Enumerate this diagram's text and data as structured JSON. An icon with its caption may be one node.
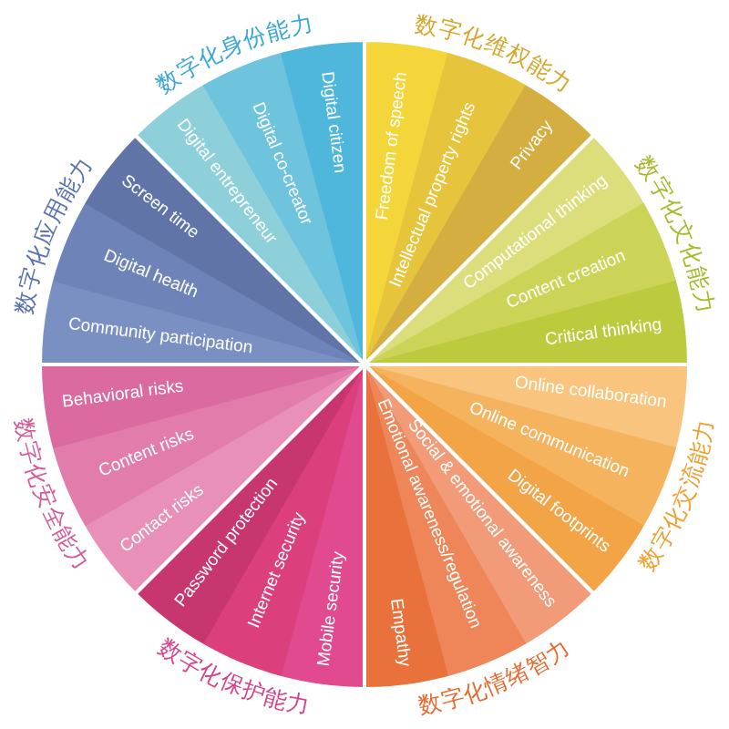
{
  "diagram": {
    "nodes": [
      {
        "text": [
          "数字化维权能力"
        ]
      },
      {
        "text": [
          "Freedom of speech"
        ],
        "in": 0
      },
      {
        "text": [
          "Intellectual property rights"
        ],
        "in": 0
      },
      {
        "text": [
          "Privacy"
        ],
        "in": 0
      },
      {
        "text": [
          "数字化文化能力"
        ]
      },
      {
        "text": [
          "Computational thinking"
        ],
        "in": 4
      },
      {
        "text": [
          "Content creation"
        ],
        "in": 4
      },
      {
        "text": [
          "Critical thinking"
        ],
        "in": 4
      },
      {
        "text": [
          "数字化交流能力"
        ]
      },
      {
        "text": [
          "Online collaboration"
        ],
        "in": 8
      },
      {
        "text": [
          "Online communication"
        ],
        "in": 8
      },
      {
        "text": [
          "Digital footprints"
        ],
        "in": 8
      },
      {
        "text": [
          "数字化情绪智力"
        ]
      },
      {
        "text": [
          "Social & emotional awareness"
        ],
        "in": 12
      },
      {
        "text": [
          "Emotional awareness/regulation"
        ],
        "in": 12
      },
      {
        "text": [
          "Empathy"
        ],
        "in": 12
      },
      {
        "text": [
          "数字化保护能力"
        ]
      },
      {
        "text": [
          "Mobile security"
        ],
        "in": 16
      },
      {
        "text": [
          "Internet security"
        ],
        "in": 16
      },
      {
        "text": [
          "Password protection"
        ],
        "in": 16
      },
      {
        "text": [
          "数字化安全能力"
        ]
      },
      {
        "text": [
          "Contact risks"
        ],
        "in": 20
      },
      {
        "text": [
          "Content risks"
        ],
        "in": 20
      },
      {
        "text": [
          "Behavioral risks"
        ],
        "in": 20
      },
      {
        "text": [
          "数字化应用能力"
        ]
      },
      {
        "text": [
          "Community participation"
        ],
        "in": 24
      },
      {
        "text": [
          "Digital health"
        ],
        "in": 24
      },
      {
        "text": [
          "Screen time"
        ],
        "in": 24
      },
      {
        "text": [
          "数字化身份能力"
        ]
      },
      {
        "text": [
          "Digital entrepreneur"
        ],
        "in": 28
      },
      {
        "text": [
          "Digital co-creator"
        ],
        "in": 28
      },
      {
        "text": [
          "Digital citizen"
        ],
        "in": 28
      }
    ]
  }
}
